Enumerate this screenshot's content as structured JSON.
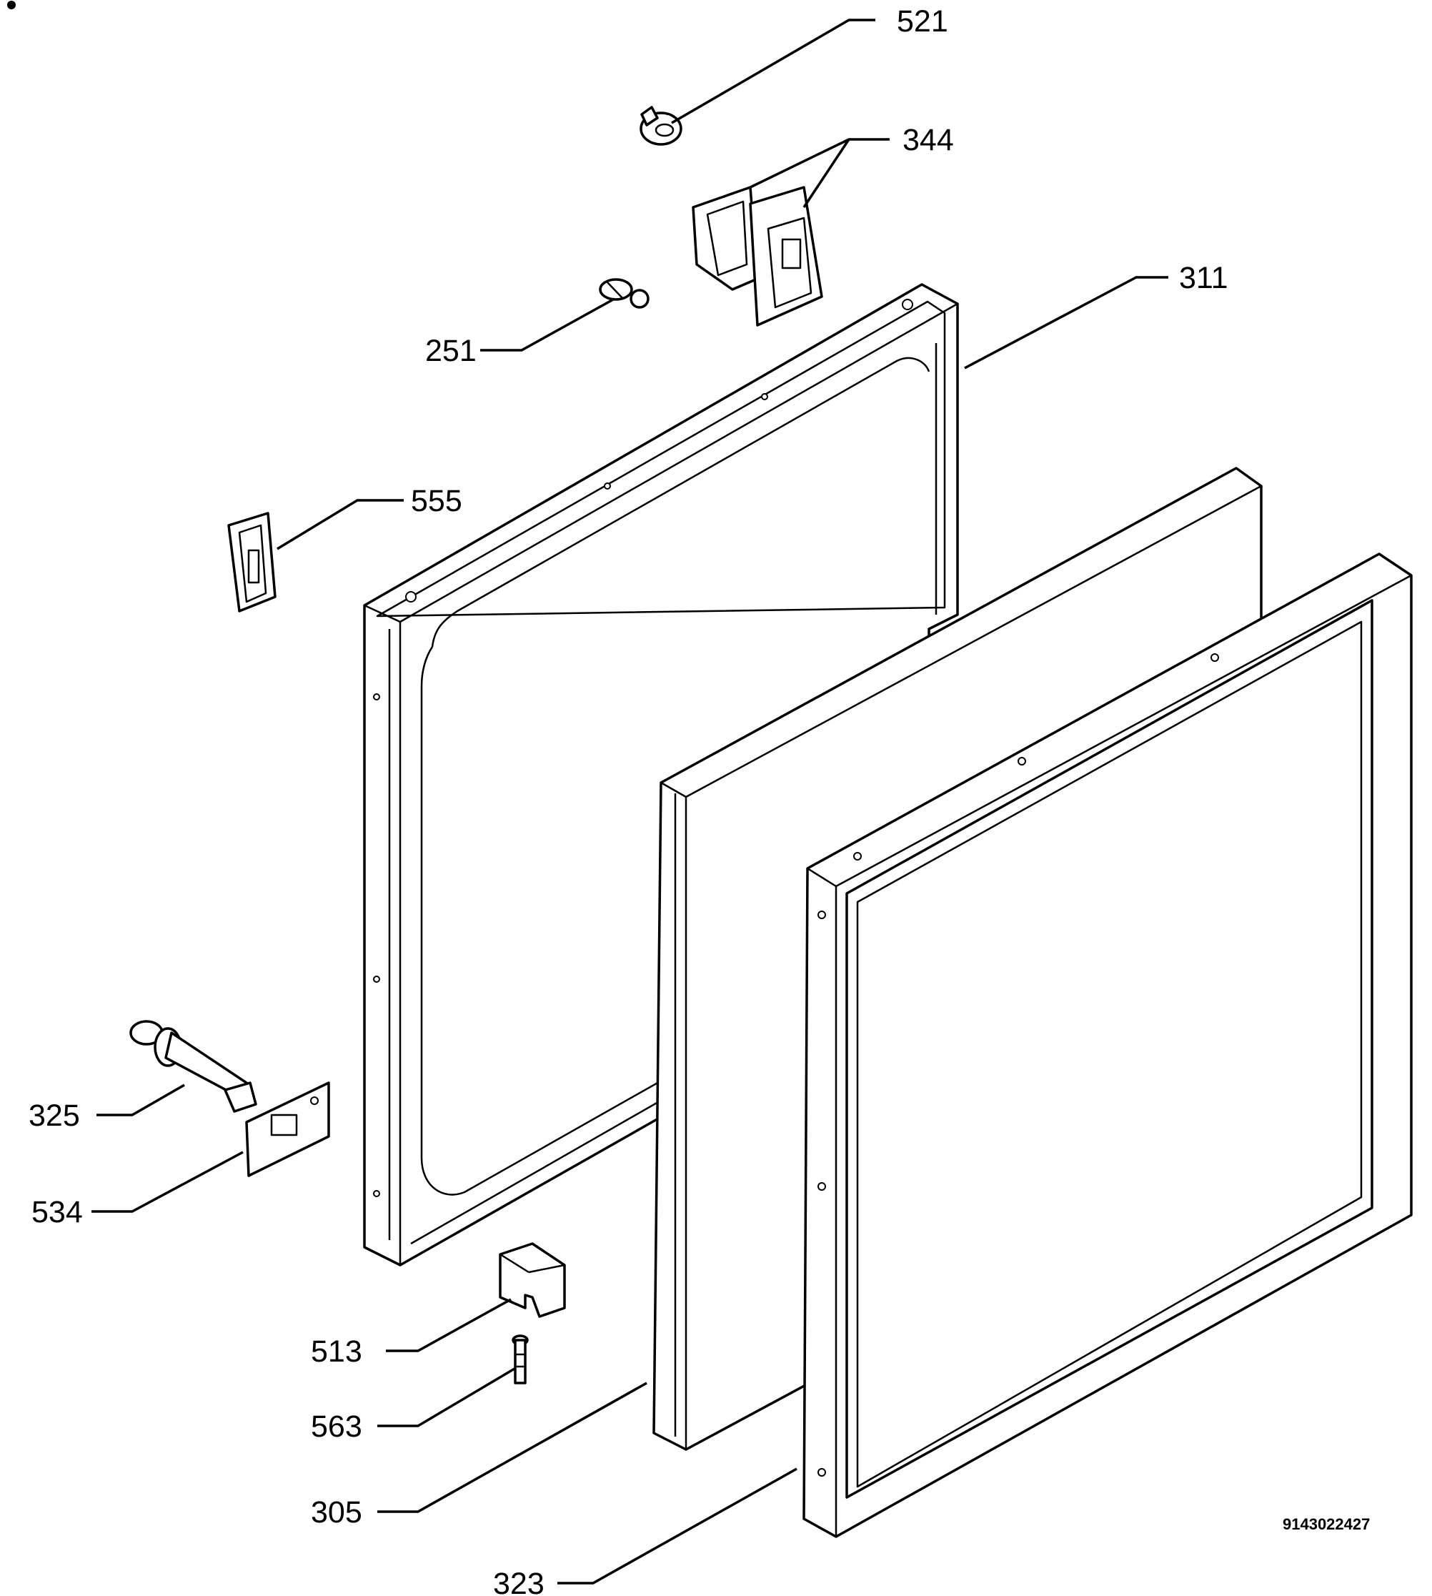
{
  "diagram": {
    "document_id": "9143022427",
    "parts": [
      {
        "id": "521"
      },
      {
        "id": "344"
      },
      {
        "id": "311"
      },
      {
        "id": "251"
      },
      {
        "id": "555"
      },
      {
        "id": "325"
      },
      {
        "id": "534"
      },
      {
        "id": "513"
      },
      {
        "id": "563"
      },
      {
        "id": "305"
      },
      {
        "id": "323"
      }
    ]
  }
}
